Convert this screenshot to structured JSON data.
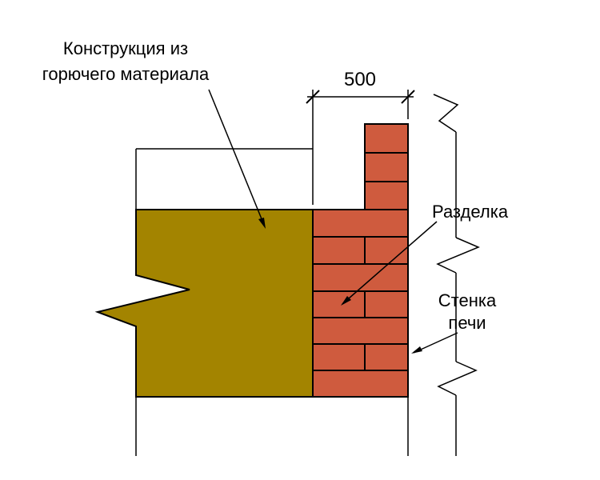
{
  "labels": {
    "combustible_line1": "Конструкция из",
    "combustible_line2": "горючего материала",
    "dimension": "500",
    "razdelka": "Разделка",
    "stove_wall_line1": "Стенка",
    "stove_wall_line2": "печи"
  },
  "colors": {
    "wood-color": "#a38400",
    "brick-color": "#cf5b3e",
    "line-color": "#000000",
    "bg-color": "#ffffff"
  }
}
